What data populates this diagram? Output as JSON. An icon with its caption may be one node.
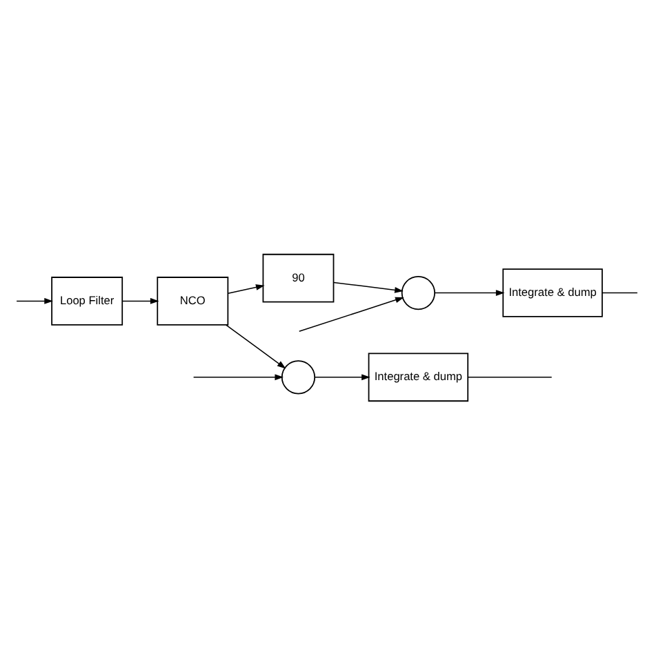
{
  "diagram": {
    "nodes": [
      {
        "text": [],
        "shape": "circle"
      },
      {
        "text": [
          "Integrate & dump"
        ]
      },
      {
        "text": [
          "Loop Filter"
        ]
      },
      {
        "text": [
          "NCO"
        ]
      },
      {
        "text": [
          "90"
        ]
      },
      {
        "text": [],
        "shape": "circle"
      },
      {
        "text": [
          "Integrate & dump"
        ]
      }
    ],
    "edges": [
      {
        "from": null,
        "to": 0,
        "arrow": "to"
      },
      {
        "from": null,
        "to": 5,
        "arrow": "to"
      },
      {
        "from": 0,
        "to": 1,
        "arrow": "to"
      },
      {
        "from": 1,
        "to": null,
        "arrow": "none"
      },
      {
        "from": null,
        "to": 2,
        "arrow": "to"
      },
      {
        "from": 2,
        "to": 3,
        "arrow": "to"
      },
      {
        "from": 3,
        "to": 0,
        "arrow": "to"
      },
      {
        "from": 3,
        "to": 4,
        "arrow": "to"
      },
      {
        "from": 4,
        "to": 5,
        "arrow": "to"
      },
      {
        "from": 5,
        "to": 6,
        "arrow": "to"
      },
      {
        "from": 6,
        "to": null,
        "arrow": "none"
      }
    ]
  }
}
